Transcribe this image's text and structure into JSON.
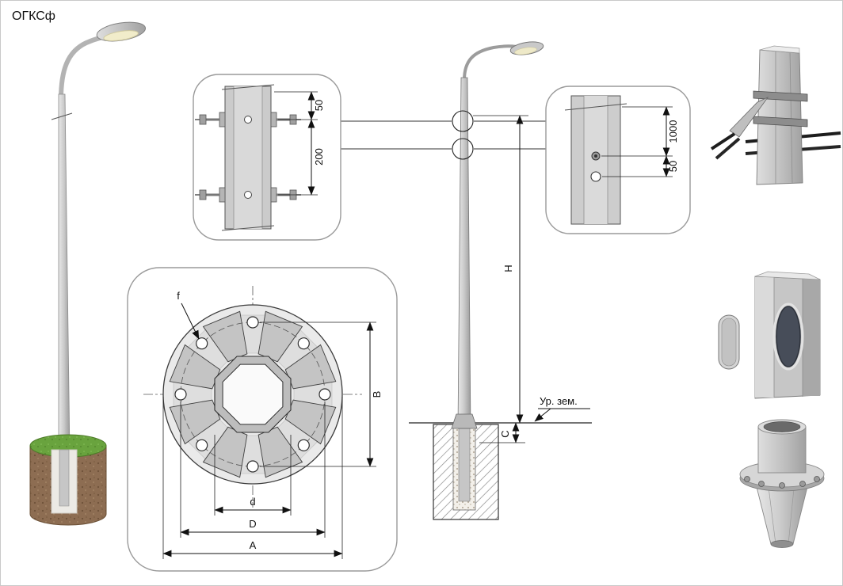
{
  "title": "ОГКСф",
  "colors": {
    "line": "#222222",
    "steel_light": "#e6e6e6",
    "steel_mid": "#c6c6c6",
    "steel_dark": "#9e9e9e",
    "soil_brown": "#8d6d52",
    "grass_green": "#69a33e",
    "lamp_diffuser": "#f1ecca",
    "handhole_dark": "#474d59"
  },
  "top_detail": {
    "dim_offset": "50",
    "dim_spacing": "200"
  },
  "flange_detail": {
    "hole_label": "f",
    "bolt_span_label": "B",
    "inner_dia_label": "d",
    "bolt_circle_label": "D",
    "outer_dia_label": "A"
  },
  "elevation": {
    "height_label": "H",
    "embed_label": "C",
    "ground_label": "Ур. зем."
  },
  "right_detail": {
    "dim_spacing": "1000",
    "dim_offset": "50"
  }
}
